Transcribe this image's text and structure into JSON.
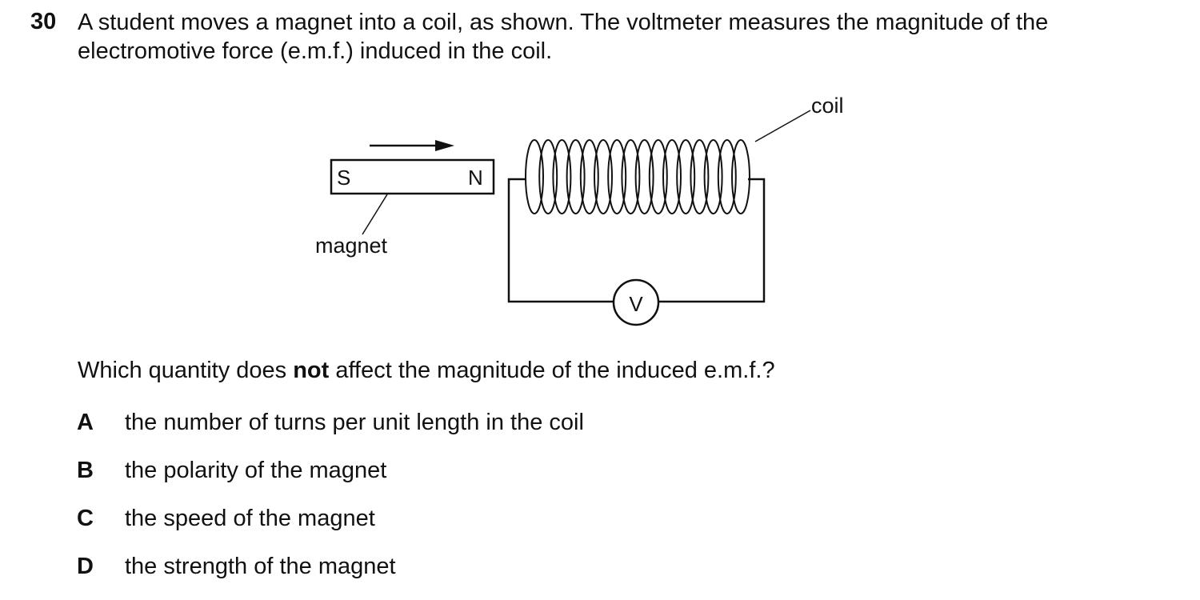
{
  "question": {
    "number": "30",
    "stem": "A student moves a magnet into a coil, as shown. The voltmeter measures the magnitude of the electromotive force (e.m.f.) induced in the coil.",
    "prompt_before": "Which quantity does ",
    "prompt_bold": "not",
    "prompt_after": " affect the magnitude of the induced e.m.f.?"
  },
  "diagram": {
    "magnet_left_pole": "S",
    "magnet_right_pole": "N",
    "magnet_label": "magnet",
    "coil_label": "coil",
    "voltmeter_symbol": "V"
  },
  "options": [
    {
      "letter": "A",
      "text": "the number of turns per unit length in the coil"
    },
    {
      "letter": "B",
      "text": "the polarity of the magnet"
    },
    {
      "letter": "C",
      "text": "the speed of the magnet"
    },
    {
      "letter": "D",
      "text": "the strength of the magnet"
    }
  ]
}
